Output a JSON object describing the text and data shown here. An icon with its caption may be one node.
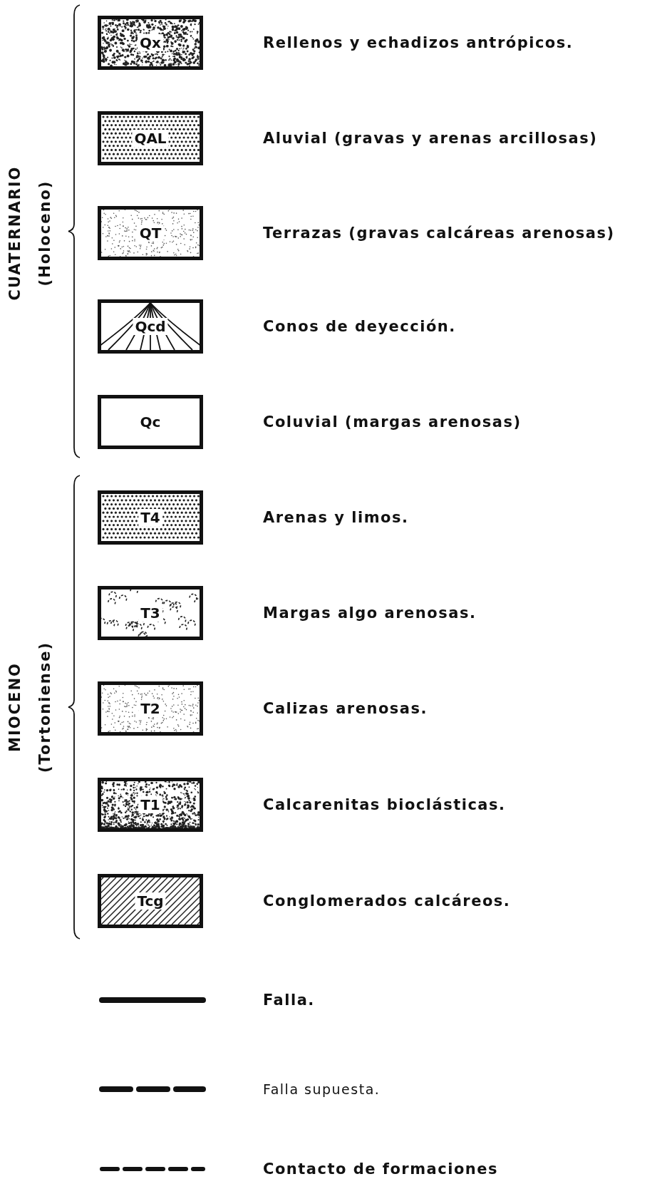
{
  "diagram": {
    "labels": [
      "CUATERNARIO",
      "(Holoceno)",
      "Qx",
      "QAL",
      "QT",
      "Qcd",
      "Qc",
      "MIOCENO",
      "(Tortoniense)",
      "T4",
      "T3",
      "T2",
      "T1",
      "Tcg"
    ],
    "legend": [
      {
        "text": "Rellenos y echadizos antrópicos."
      },
      {
        "text": "Aluvial (gravas y arenas arcillosas)"
      },
      {
        "text": "Terrazas (gravas calcáreas arenosas)"
      },
      {
        "text": "Conos de deyección."
      },
      {
        "text": "Coluvial (margas arenosas)"
      },
      {
        "text": "Arenas y limos."
      },
      {
        "text": "Margas algo arenosas."
      },
      {
        "text": "Calizas arenosas."
      },
      {
        "text": "Calcarenitas bioclásticas."
      },
      {
        "text": "Conglomerados calcáreos."
      },
      {
        "text": "Falla."
      },
      {
        "text": "Falla supuesta."
      },
      {
        "text": "Contacto de formaciones"
      }
    ]
  }
}
